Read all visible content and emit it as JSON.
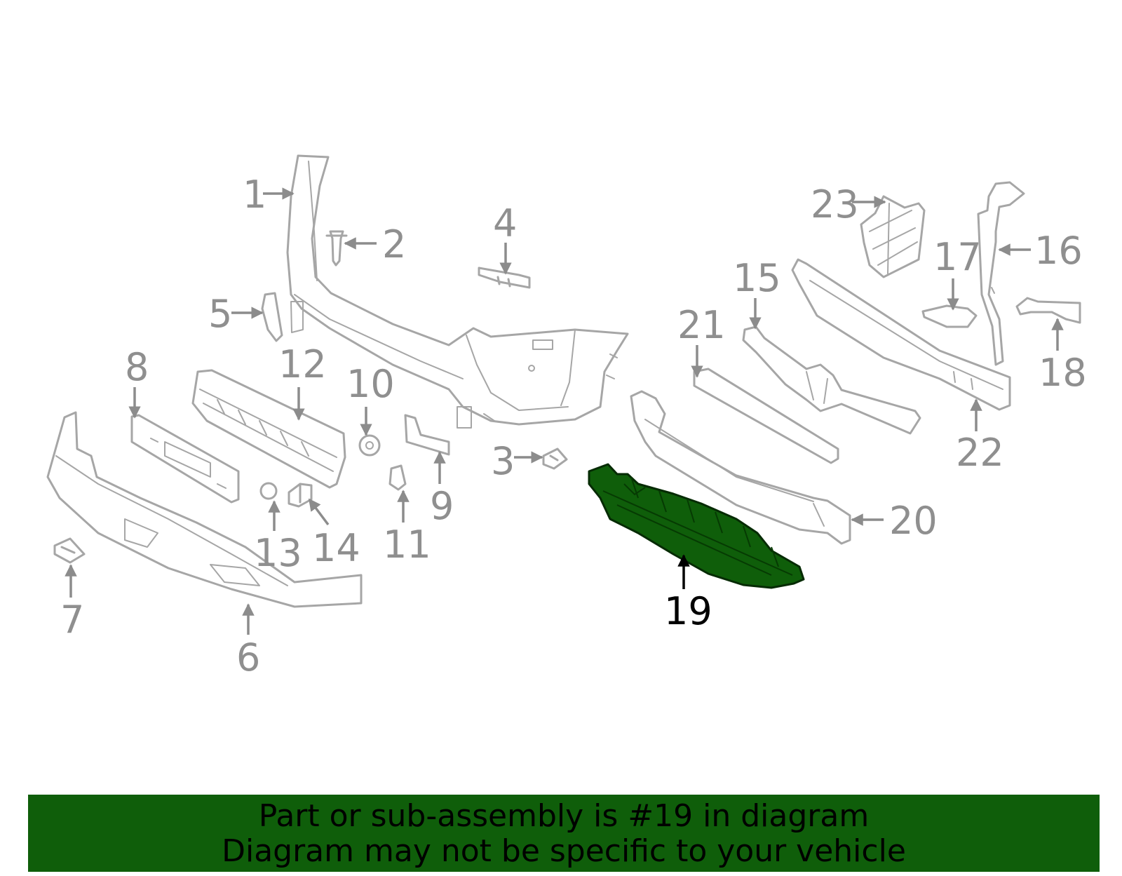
{
  "diagram": {
    "highlighted_part": "19",
    "callouts": [
      "1",
      "2",
      "3",
      "4",
      "5",
      "6",
      "7",
      "8",
      "9",
      "10",
      "11",
      "12",
      "13",
      "14",
      "15",
      "16",
      "17",
      "18",
      "19",
      "20",
      "21",
      "22",
      "23"
    ],
    "highlight_color": "#0f5e0a"
  },
  "banner": {
    "line1": "Part or sub-assembly is #19 in diagram",
    "line2": "Diagram may not be specific to your vehicle"
  }
}
